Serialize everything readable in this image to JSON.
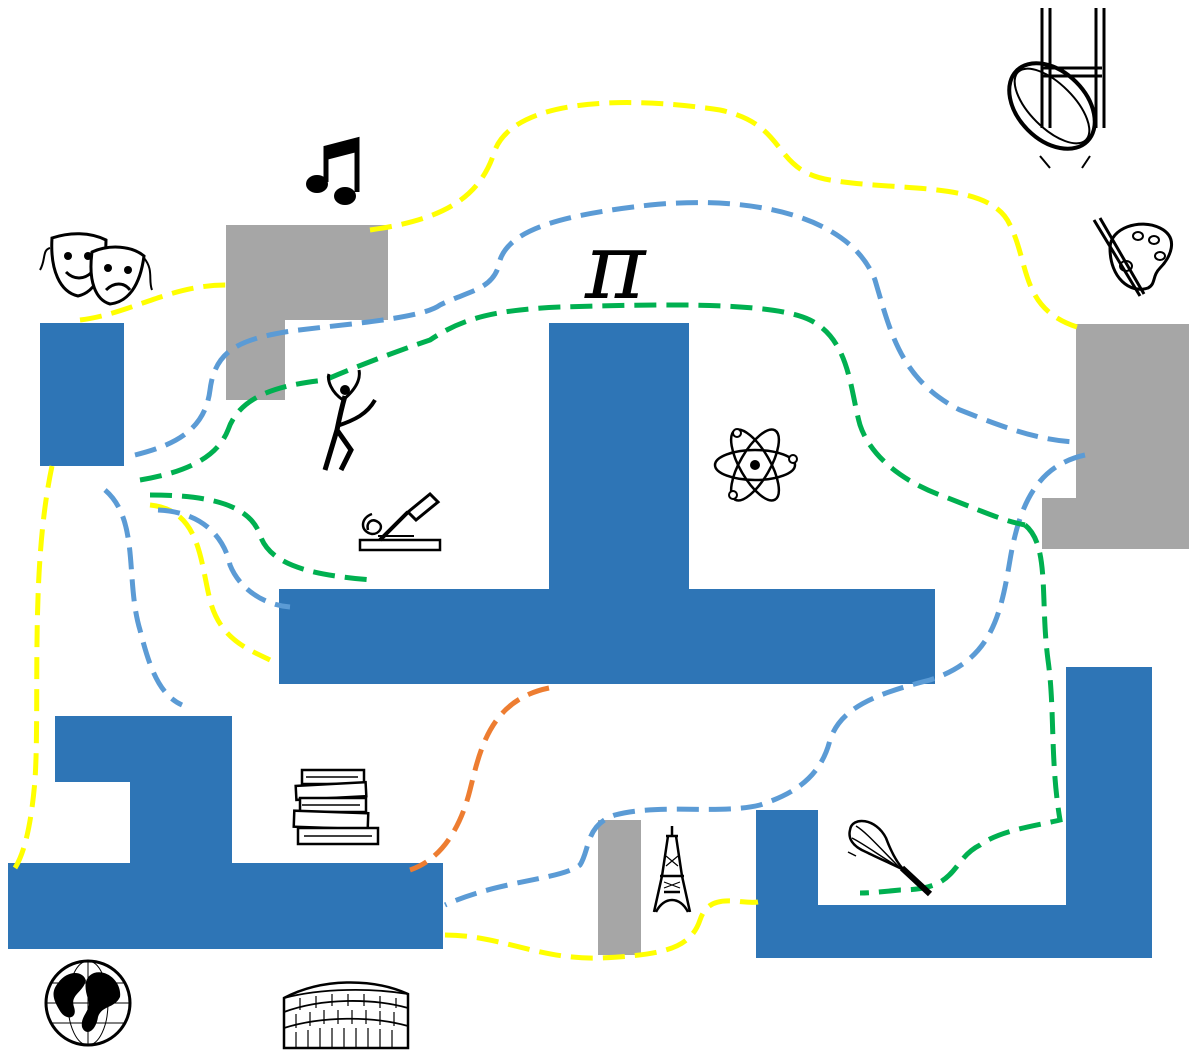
{
  "colors": {
    "building": "#2e75b6",
    "annex": "#a6a6a6",
    "path_yellow": "#ffff00",
    "path_blue": "#5b9bd5",
    "path_green": "#00b050",
    "path_orange": "#ed7d31",
    "icon": "#000000"
  },
  "map": {
    "buildings": [
      {
        "name": "building-drama-block",
        "kind": "main"
      },
      {
        "name": "building-music-annex",
        "kind": "annex"
      },
      {
        "name": "building-science-t-block",
        "kind": "main"
      },
      {
        "name": "building-art-annex",
        "kind": "annex"
      },
      {
        "name": "building-library-block",
        "kind": "main"
      },
      {
        "name": "building-language-annex",
        "kind": "annex"
      },
      {
        "name": "building-food-tech-block",
        "kind": "main"
      }
    ],
    "paths": [
      {
        "name": "yellow-route",
        "color": "yellow"
      },
      {
        "name": "blue-route",
        "color": "blue"
      },
      {
        "name": "green-route",
        "color": "green"
      },
      {
        "name": "orange-route",
        "color": "orange"
      }
    ],
    "icons": [
      {
        "name": "theatre-masks-icon",
        "subject": "drama"
      },
      {
        "name": "music-note-icon",
        "subject": "music"
      },
      {
        "name": "pi-symbol-icon",
        "subject": "maths",
        "glyph": "π"
      },
      {
        "name": "rugby-ball-posts-icon",
        "subject": "pe"
      },
      {
        "name": "paint-palette-icon",
        "subject": "art"
      },
      {
        "name": "dancer-icon",
        "subject": "dance"
      },
      {
        "name": "atom-icon",
        "subject": "science"
      },
      {
        "name": "wood-chisel-icon",
        "subject": "design-technology"
      },
      {
        "name": "books-icon",
        "subject": "english"
      },
      {
        "name": "eiffel-tower-icon",
        "subject": "french"
      },
      {
        "name": "whisk-icon",
        "subject": "food-technology"
      },
      {
        "name": "globe-icon",
        "subject": "geography"
      },
      {
        "name": "colosseum-icon",
        "subject": "history"
      }
    ]
  }
}
